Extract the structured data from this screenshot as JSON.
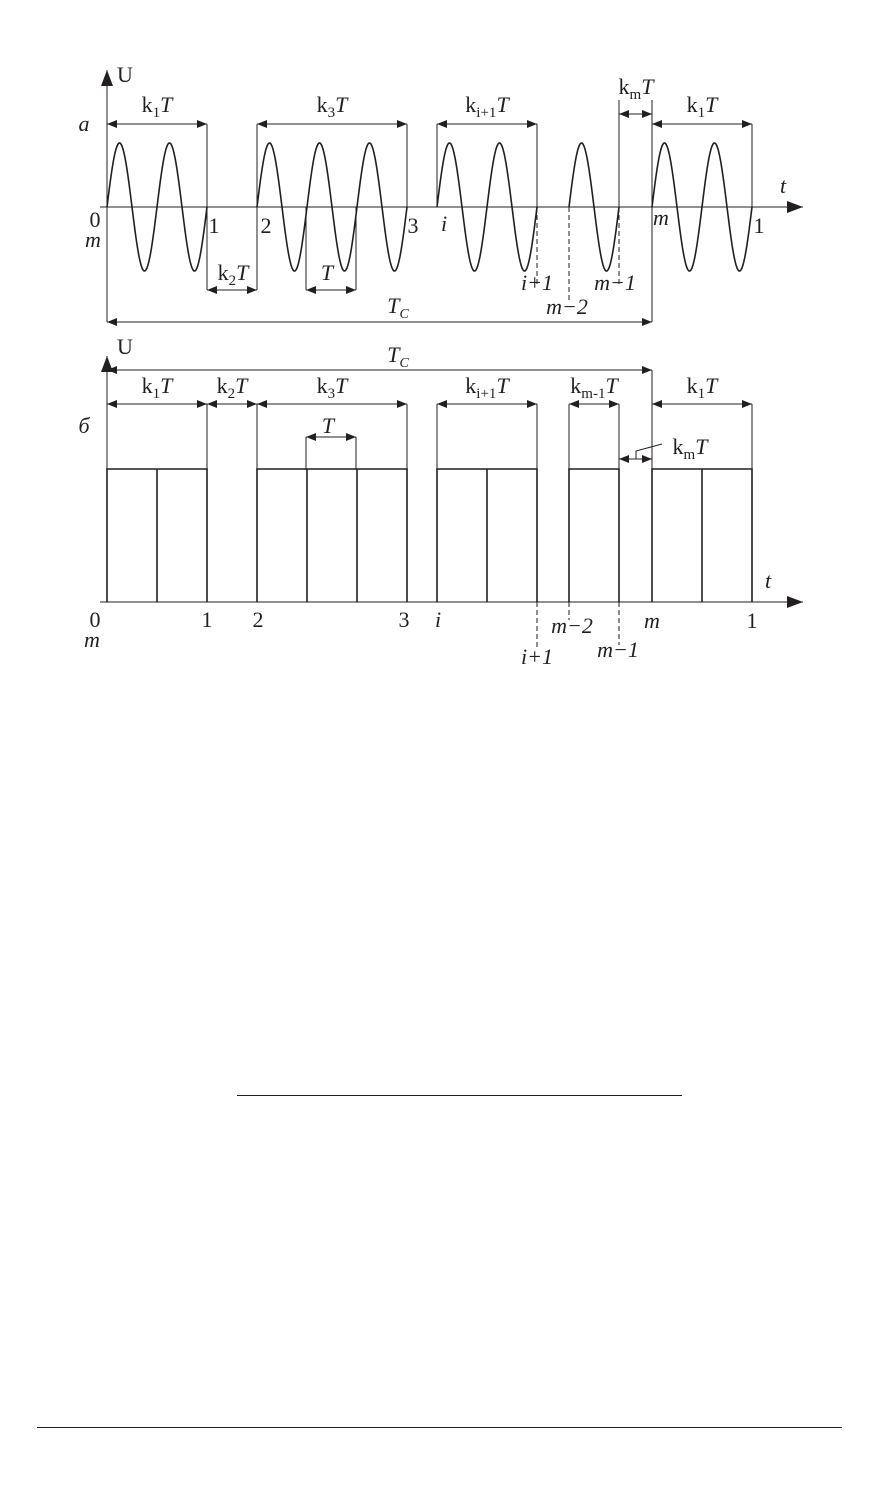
{
  "panel_a": {
    "label": "а",
    "axis_y": "U",
    "axis_x": "t",
    "ticks": {
      "zero": "0",
      "m_start": "m",
      "one": "1",
      "two": "2",
      "three": "3",
      "i": "i",
      "i_plus_1": "i+1",
      "m_minus_2": "m−2",
      "m_minus_1": "m−1",
      "m": "m",
      "one_end": "1"
    },
    "spans": {
      "k1T": {
        "k": "k",
        "sub": "1",
        "T": "T"
      },
      "k2T": {
        "k": "k",
        "sub": "2",
        "T": "T"
      },
      "k3T": {
        "k": "k",
        "sub": "3",
        "T": "T"
      },
      "T": {
        "T": "T"
      },
      "ki1T": {
        "k": "k",
        "sub": "i+1",
        "T": "T"
      },
      "kmT": {
        "k": "k",
        "sub": "m",
        "T": "T"
      },
      "k1T_end": {
        "k": "k",
        "sub": "1",
        "T": "T"
      },
      "Tc": {
        "T": "T",
        "sub": "C"
      }
    }
  },
  "panel_b": {
    "label": "б",
    "axis_y": "U",
    "axis_x": "t",
    "ticks": {
      "zero": "0",
      "m_start": "m",
      "one": "1",
      "two": "2",
      "three": "3",
      "i": "i",
      "i_plus_1": "i+1",
      "m_minus_2": "m−2",
      "m_minus_1": "m−1",
      "m": "m",
      "one_end": "1"
    },
    "spans": {
      "k1T": {
        "k": "k",
        "sub": "1",
        "T": "T"
      },
      "k2T": {
        "k": "k",
        "sub": "2",
        "T": "T"
      },
      "k3T": {
        "k": "k",
        "sub": "3",
        "T": "T"
      },
      "T": {
        "T": "T"
      },
      "ki1T": {
        "k": "k",
        "sub": "i+1",
        "T": "T"
      },
      "km1T": {
        "k": "k",
        "sub": "m-1",
        "T": "T"
      },
      "kmT": {
        "k": "k",
        "sub": "m",
        "T": "T"
      },
      "k1T_end": {
        "k": "k",
        "sub": "1",
        "T": "T"
      },
      "Tc": {
        "T": "T",
        "sub": "C"
      }
    }
  }
}
